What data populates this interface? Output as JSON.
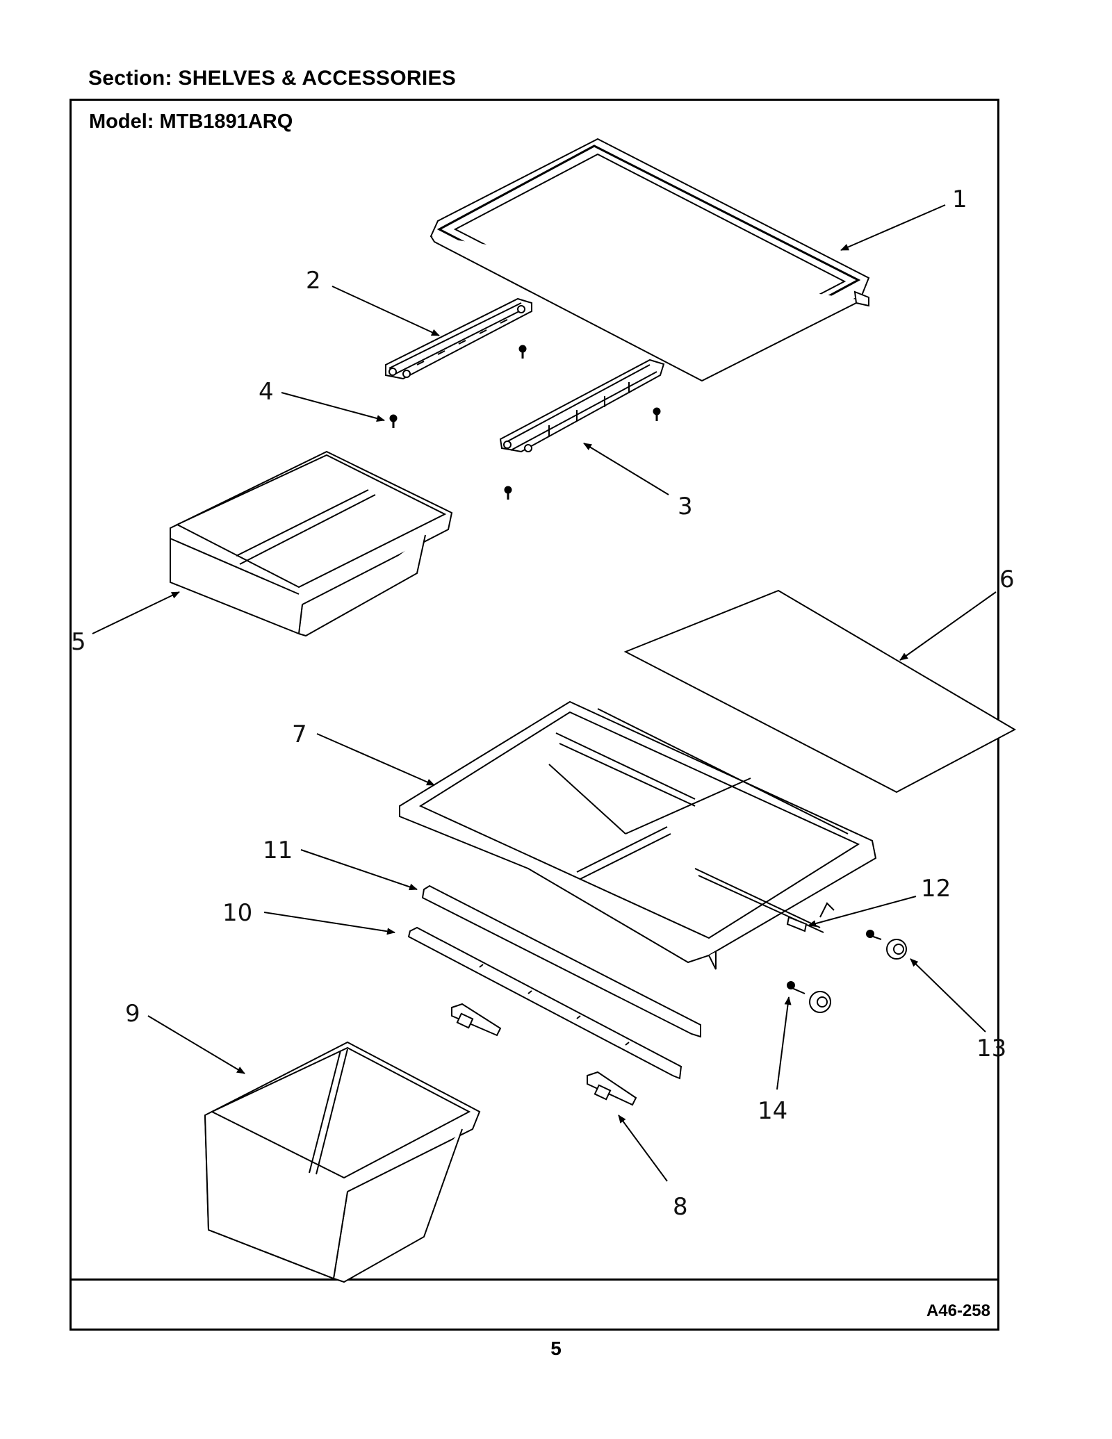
{
  "header": {
    "section_label": "Section:  SHELVES & ACCESSORIES",
    "model_label": "Model:  MTB1891ARQ"
  },
  "diagram": {
    "callouts": [
      "1",
      "2",
      "3",
      "4",
      "5",
      "6",
      "7",
      "8",
      "9",
      "10",
      "11",
      "12",
      "13",
      "14"
    ],
    "parts": [
      "glass-shelf",
      "shelf-slide-rail-left",
      "shelf-slide-rail-right",
      "screw",
      "deli-drawer",
      "crisper-cover-glass",
      "crisper-cover-frame",
      "drawer-slide",
      "crisper-drawer",
      "front-trim",
      "cover-trim",
      "bracket",
      "roller",
      "roller-screw"
    ]
  },
  "footer": {
    "reference_code": "A46-258",
    "page_number": "5"
  }
}
